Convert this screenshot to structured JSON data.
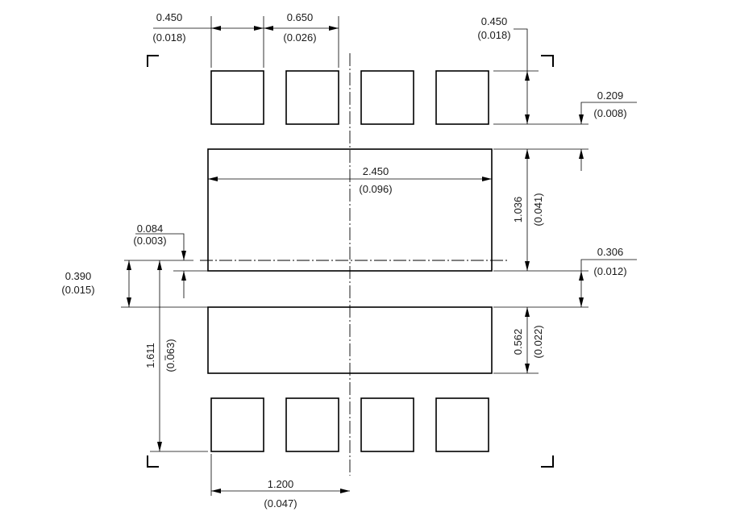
{
  "dimensions": {
    "pad_width": {
      "mm": "0.450",
      "in": "(0.018)"
    },
    "pad_pitch": {
      "mm": "0.650",
      "in": "(0.026)"
    },
    "pad_height": {
      "mm": "0.450",
      "in": "(0.018)"
    },
    "pad_gap": {
      "mm": "0.209",
      "in": "(0.008)"
    },
    "large_pad_width": {
      "mm": "2.450",
      "in": "(0.096)"
    },
    "large_pad_height": {
      "mm": "1.036",
      "in": "(0.041)"
    },
    "offset_small": {
      "mm": "0.084",
      "in": "(0.003)"
    },
    "center_gap": {
      "mm": "0.390",
      "in": "(0.015)"
    },
    "pad_spacing_mid": {
      "mm": "0.306",
      "in": "(0.012)"
    },
    "small_pad_height": {
      "mm": "0.562",
      "in": "(0.022)"
    },
    "overall_half_height": {
      "mm": "1.611",
      "in": "(0.063)"
    },
    "half_width": {
      "mm": "1.200",
      "in": "(0.047)"
    }
  }
}
